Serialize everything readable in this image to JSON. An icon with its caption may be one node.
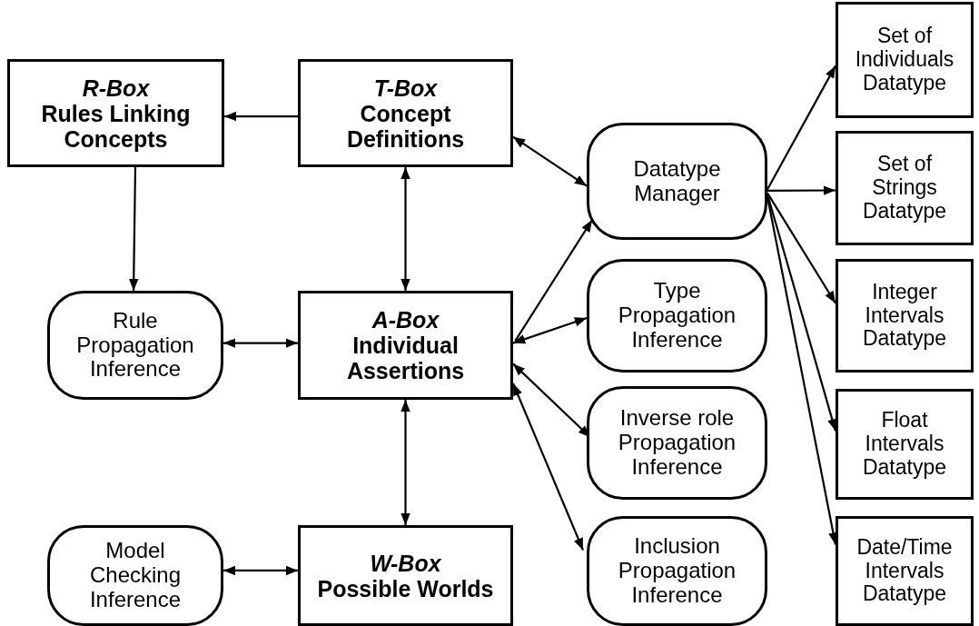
{
  "diagram": {
    "nodes": [
      {
        "text": [
          "R-Box",
          "Rules Linking Concepts"
        ]
      },
      {
        "text": [
          "T-Box",
          "Concept Definitions"
        ]
      },
      {
        "text": [
          "Datatype Manager"
        ]
      },
      {
        "text": [
          "Set of Individuals Datatype"
        ]
      },
      {
        "text": [
          "Set of Strings Datatype"
        ]
      },
      {
        "text": [
          "Rule Propagation Inference"
        ]
      },
      {
        "text": [
          "A-Box",
          "Individual Assertions"
        ]
      },
      {
        "text": [
          "Type Propagation Inference"
        ]
      },
      {
        "text": [
          "Integer Intervals Datatype"
        ]
      },
      {
        "text": [
          "Inverse role Propagation Inference"
        ]
      },
      {
        "text": [
          "Float Intervals Datatype"
        ]
      },
      {
        "text": [
          "Model Checking Inference"
        ]
      },
      {
        "text": [
          "W-Box",
          "Possible Worlds"
        ]
      },
      {
        "text": [
          "Inclusion Propagation Inference"
        ]
      },
      {
        "text": [
          "Date/Time Intervals Datatype"
        ]
      }
    ],
    "edges": [
      {
        "from": 1,
        "to": 0,
        "arrow": "to"
      },
      {
        "from": 0,
        "to": 5,
        "arrow": "to"
      },
      {
        "from": 1,
        "to": 2,
        "arrow": "both"
      },
      {
        "from": 1,
        "to": 6,
        "arrow": "both"
      },
      {
        "from": 5,
        "to": 6,
        "arrow": "both"
      },
      {
        "from": 6,
        "to": 2,
        "arrow": "to"
      },
      {
        "from": 6,
        "to": 7,
        "arrow": "both"
      },
      {
        "from": 6,
        "to": 9,
        "arrow": "both"
      },
      {
        "from": 6,
        "to": 13,
        "arrow": "both"
      },
      {
        "from": 6,
        "to": 12,
        "arrow": "both"
      },
      {
        "from": 11,
        "to": 12,
        "arrow": "both"
      },
      {
        "from": 2,
        "to": 3,
        "arrow": "to"
      },
      {
        "from": 2,
        "to": 4,
        "arrow": "to"
      },
      {
        "from": 2,
        "to": 8,
        "arrow": "to"
      },
      {
        "from": 2,
        "to": 10,
        "arrow": "to"
      },
      {
        "from": 2,
        "to": 14,
        "arrow": "to"
      }
    ]
  }
}
